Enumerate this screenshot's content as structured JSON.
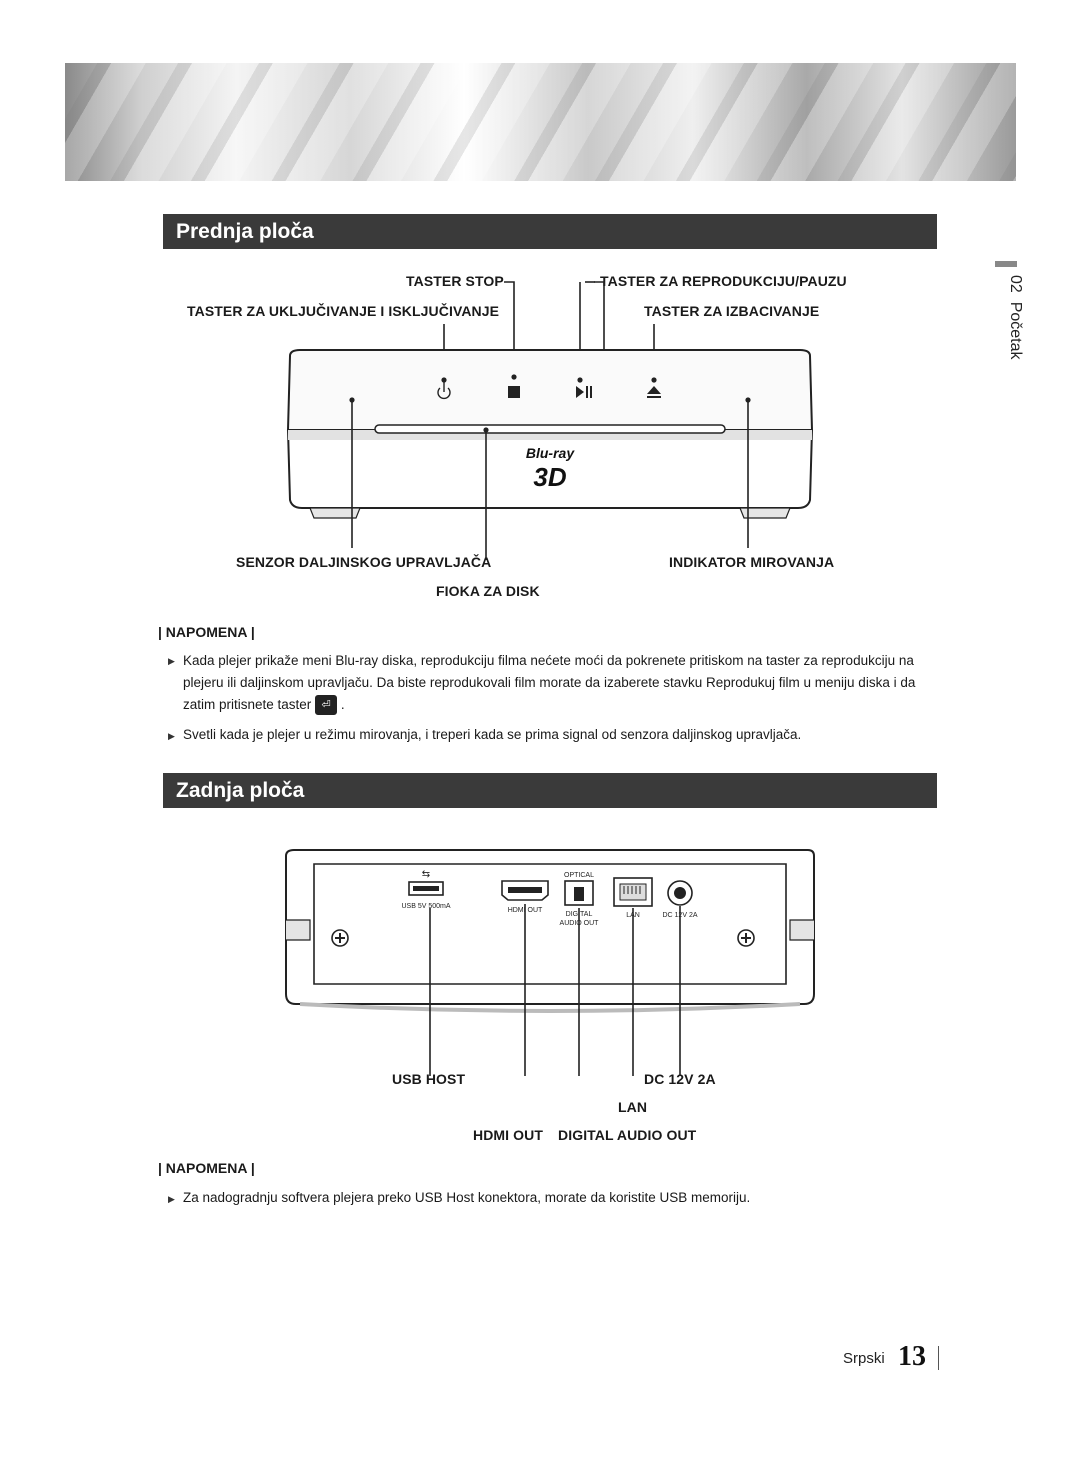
{
  "side_tab": {
    "number": "02",
    "label": "Početak"
  },
  "front": {
    "heading": "Prednja ploča",
    "labels": {
      "stop": "TASTER STOP",
      "play_pause": "TASTER ZA REPRODUKCIJU/PAUZU",
      "power": "TASTER ZA UKLJUČIVANJE I ISKLJUČIVANJE",
      "eject": "TASTER ZA IZBACIVANJE",
      "remote_sensor": "SENZOR DALJINSKOG UPRAVLJAČA",
      "standby": "INDIKATOR MIROVANJA",
      "disc_tray": "FIOKA ZA DISK"
    },
    "logo": {
      "top": "Blu-ray",
      "bottom": "3D"
    },
    "note": {
      "title": "| NAPOMENA |",
      "items": [
        "Kada plejer prikaže meni Blu-ray diska, reprodukciju filma nećete moći da pokrenete pritiskom na taster za reprodukciju na",
        "plejeru ili daljinskom upravljaču. Da biste reprodukovali film morate da izaberete stavku Reprodukuj film u meniju diska i da",
        "zatim pritisnete taster",
        "Svetli kada je plejer u režimu mirovanja, i treperi kada se prima signal od senzora daljinskog upravljača."
      ]
    }
  },
  "rear": {
    "heading": "Zadnja ploča",
    "port_text": {
      "usb": "USB 5V 500mA",
      "hdmi": "HDMI OUT",
      "optical": "OPTICAL",
      "digital": "DIGITAL",
      "audio_out": "AUDIO OUT",
      "lan": "LAN",
      "dc": "DC 12V 2A"
    },
    "labels": {
      "usb_host": "USB HOST",
      "dc": "DC 12V 2A",
      "lan": "LAN",
      "hdmi_out": "HDMI OUT",
      "digital_audio_out": "DIGITAL AUDIO OUT"
    },
    "note": {
      "title": "| NAPOMENA |",
      "items": [
        "Za nadogradnju softvera plejera preko USB Host konektora, morate da koristite USB memoriju."
      ]
    }
  },
  "footer": {
    "language": "Srpski",
    "page": "13"
  }
}
